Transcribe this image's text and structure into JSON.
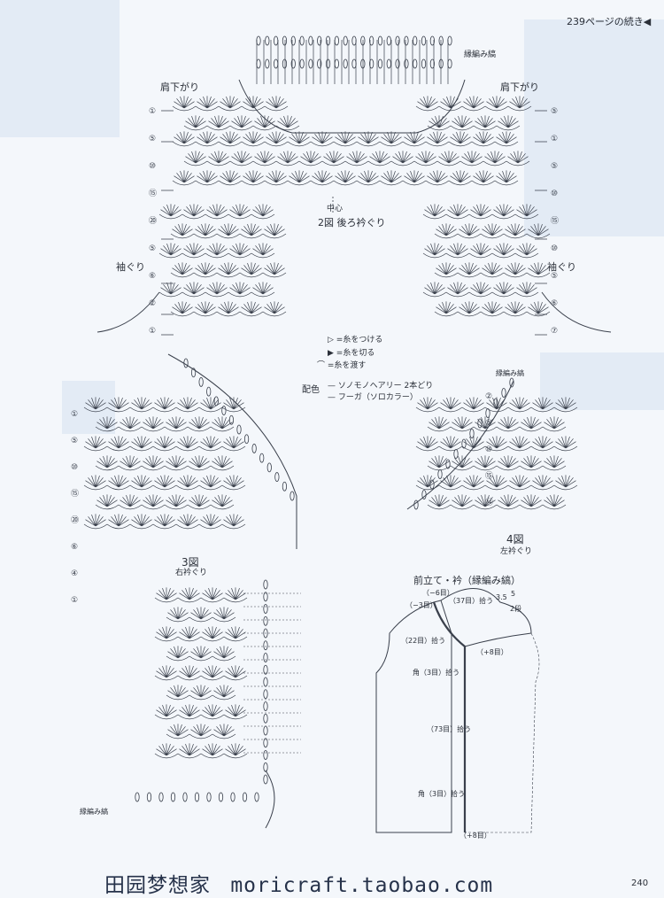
{
  "page_number": "240",
  "continued_from": "239ページの続き◀",
  "footer": {
    "shop_name": "田园梦想家",
    "url": "moricraft.taobao.com"
  },
  "fig2": {
    "title": "2図 後ろ衿ぐり",
    "center": "中心",
    "shoulder_left": "肩下がり",
    "shoulder_right": "肩下がり",
    "armhole_left": "袖ぐり",
    "armhole_right": "袖ぐり",
    "edging": "縁編み縞",
    "row_marks_left": [
      "①",
      "⑤",
      "⑩",
      "⑮",
      "⑳",
      "⑤",
      "⑥",
      "②",
      "①"
    ],
    "row_marks_right": [
      "⑤",
      "①",
      "⑤",
      "⑩",
      "⑮",
      "⑩",
      "⑤",
      "⑥",
      "⑦"
    ]
  },
  "legend": {
    "attach": "▷ =糸をつける",
    "cut": "▶ =糸を切る",
    "cross": "⌒ =糸を渡す",
    "color_title": "配色",
    "color1": "ソノモノヘアリー 2本どり",
    "color2": "フーガ（ソロカラー）"
  },
  "fig3": {
    "number": "3図",
    "caption": "右衿ぐり",
    "edging": "縁編み縞",
    "row_marks": [
      "①",
      "⑤",
      "⑩",
      "⑮",
      "⑳",
      "⑥",
      "④",
      "①"
    ]
  },
  "fig4": {
    "number": "4図",
    "caption": "左衿ぐり",
    "edging": "縁編み縞",
    "row_marks": [
      "②",
      "⑤",
      "⑩",
      "⑮",
      "⑭"
    ]
  },
  "front": {
    "title": "前立て・衿（縁編み縞）",
    "m6": "（−6目）",
    "m3": "（−3目）",
    "m37": "（37目）拾う",
    "val35": "3.5",
    "val5": "5",
    "row2": "2段",
    "m22": "（22目）拾う",
    "m8a": "（+8目）",
    "corner1": "角（3目）拾う",
    "m73": "（73目）拾う",
    "corner2": "角（3目）拾う",
    "m8b": "（+8目）"
  }
}
